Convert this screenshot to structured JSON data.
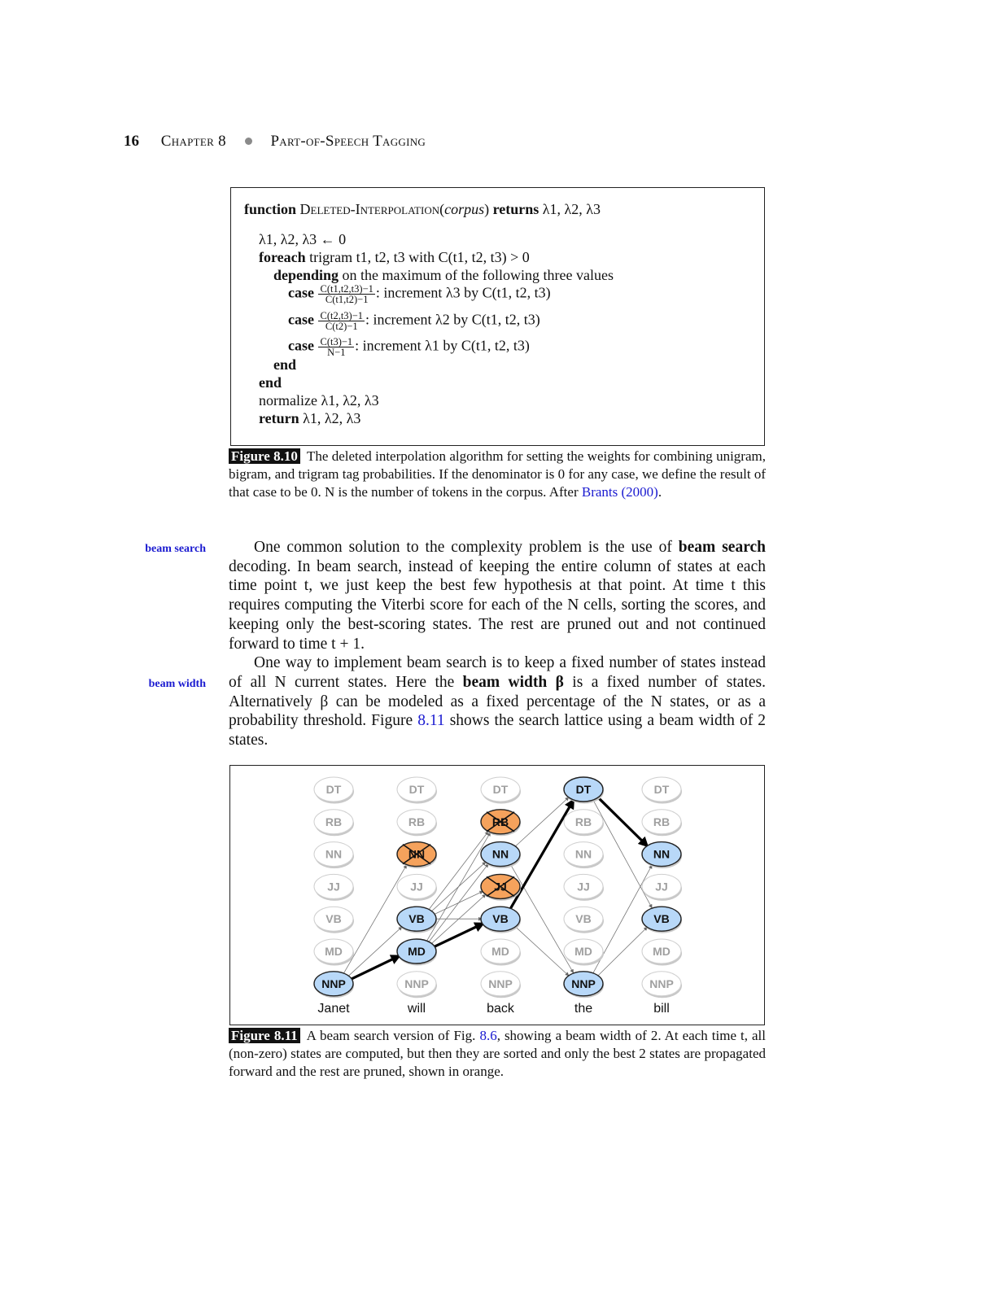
{
  "header": {
    "page_number": "16",
    "chapter": "Chapter 8",
    "title": "Part-of-Speech Tagging"
  },
  "algorithm": {
    "func_kw": "function",
    "func_name": "Deleted-Interpolation(",
    "func_arg": "corpus",
    "func_close": ")",
    "returns_kw": "returns",
    "returns_vals": "λ1, λ2, λ3",
    "init": "λ1, λ2, λ3 ← 0",
    "foreach_kw": "foreach",
    "foreach_rest": "trigram t1, t2, t3 with C(t1, t2, t3) > 0",
    "depending_kw": "depending",
    "depending_rest": "on the maximum of the following three values",
    "case_kw": "case",
    "cases": [
      {
        "num": "C(t1,t2,t3)−1",
        "den": "C(t1,t2)−1",
        "action": ": increment λ3 by C(t1, t2, t3)"
      },
      {
        "num": "C(t2,t3)−1",
        "den": "C(t2)−1",
        "action": ": increment λ2 by C(t1, t2, t3)"
      },
      {
        "num": "C(t3)−1",
        "den": "N−1",
        "action": ": increment λ1 by C(t1, t2, t3)"
      }
    ],
    "end_kw": "end",
    "normalize": "normalize λ1, λ2, λ3",
    "return_kw": "return",
    "return_vals": "λ1, λ2, λ3"
  },
  "fig810_caption": {
    "label": "Figure 8.10",
    "text": "The deleted interpolation algorithm for setting the weights for combining unigram, bigram, and trigram tag probabilities. If the denominator is 0 for any case, we define the result of that case to be 0. N is the number of tokens in the corpus. After",
    "cite": "Brants (2000)",
    "end": "."
  },
  "margin_notes": {
    "beam_search": "beam search",
    "beam_width": "beam width"
  },
  "paragraph1": {
    "a": "One common solution to the complexity problem is the use of",
    "b": "beam search",
    "c": "decoding. In beam search, instead of keeping the entire column of states at each time point t, we just keep the best few hypothesis at that point. At time t this requires computing the Viterbi score for each of the N cells, sorting the scores, and keeping only the best-scoring states. The rest are pruned out and not continued forward to time t + 1."
  },
  "paragraph2": {
    "a": "One way to implement beam search is to keep a fixed number of states instead of all N current states. Here the",
    "b": "beam width β",
    "c": "is a fixed number of states. Alternatively β can be modeled as a fixed percentage of the N states, or as a probability threshold. Figure",
    "ref": "8.11",
    "d": "shows the search lattice using a beam width of 2 states."
  },
  "lattice": {
    "tags": [
      "DT",
      "RB",
      "NN",
      "JJ",
      "VB",
      "MD",
      "NNP"
    ],
    "words": [
      "Janet",
      "will",
      "back",
      "the",
      "bill"
    ],
    "node_states": [
      [
        "off",
        "off",
        "off",
        "off",
        "off",
        "off",
        "active"
      ],
      [
        "off",
        "off",
        "pruned",
        "off",
        "active",
        "active",
        "off"
      ],
      [
        "off",
        "pruned",
        "active",
        "pruned",
        "active",
        "off",
        "off"
      ],
      [
        "active",
        "off",
        "off",
        "off",
        "off",
        "off",
        "active"
      ],
      [
        "off",
        "off",
        "active",
        "off",
        "active",
        "off",
        "off"
      ]
    ],
    "colors": {
      "active_fill": "#b8d8f8",
      "active_text": "#111111",
      "off_fill": "#ffffff",
      "off_text": "#a0a0a0",
      "pruned_fill": "#f5a25c",
      "edge": "#777777",
      "best_edge": "#000000"
    }
  },
  "fig811_caption": {
    "label": "Figure 8.11",
    "a": "A beam search version of Fig.",
    "ref": "8.6",
    "b": ", showing a beam width of 2. At each time t, all (non-zero) states are computed, but then they are sorted and only the best 2 states are propagated forward and the rest are pruned, shown in orange."
  }
}
